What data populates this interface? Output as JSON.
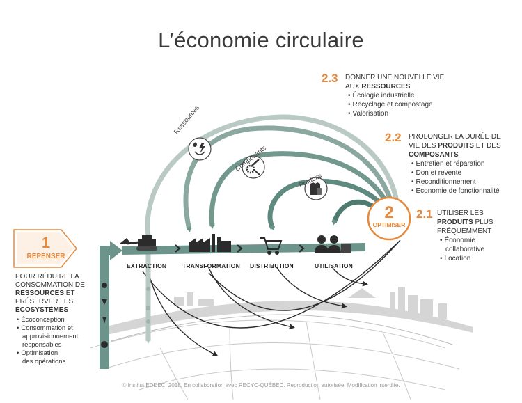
{
  "title": "L’économie circulaire",
  "repenser": {
    "number": "1",
    "label": "REPENSER",
    "intro": [
      "POUR RÉDUIRE LA",
      "CONSOMMATION DE"
    ],
    "intro_bold1": "RESSOURCES",
    "intro_mid1": " ET",
    "intro_line4": "PRÉSERVER LES",
    "intro_bold2": "ÉCOSYSTÈMES",
    "items": [
      "Écoconception",
      "Consommation et",
      "approvisionnement",
      "responsables",
      "Optimisation",
      "des opérations"
    ]
  },
  "optimiser": {
    "number": "2",
    "label": "OPTIMISER"
  },
  "stages": [
    "EXTRACTION",
    "TRANSFORMATION",
    "DISTRIBUTION",
    "UTILISATION"
  ],
  "loop_labels": [
    "Ressources",
    "Composants",
    "Produits"
  ],
  "strategy_2_3": {
    "number": "2.3",
    "heading_line1": "DONNER UNE NOUVELLE VIE",
    "heading_pre": "AUX ",
    "heading_bold": "RESSOURCES",
    "items": [
      "Écologie industrielle",
      "Recyclage et compostage",
      "Valorisation"
    ]
  },
  "strategy_2_2": {
    "number": "2.2",
    "heading_line1": "PROLONGER LA DURÉE DE",
    "heading_pre": "VIE DES ",
    "heading_bold1": "PRODUITS",
    "heading_mid": " ET DES",
    "heading_bold2": "COMPOSANTS",
    "items": [
      "Entretien et réparation",
      "Don et revente",
      "Reconditionnement",
      "Économie de fonctionnalité"
    ]
  },
  "strategy_2_1": {
    "number": "2.1",
    "heading_line1": "UTILISER LES",
    "heading_bold": "PRODUITS",
    "heading_post": " PLUS",
    "heading_line3": "FRÉQUEMMENT",
    "items": [
      "Économie",
      "collaborative",
      "Location"
    ]
  },
  "footer": "© Institut EDDEC, 2018. En collaboration avec RECYC-QUÉBEC. Reproduction autorisée. Modification interdite.",
  "colors": {
    "orange": "#e8893a",
    "teal": "#5f8a80",
    "teal_light": "#a9bfb8",
    "dark": "#2b2b2b",
    "gray": "#c8c8c8"
  }
}
